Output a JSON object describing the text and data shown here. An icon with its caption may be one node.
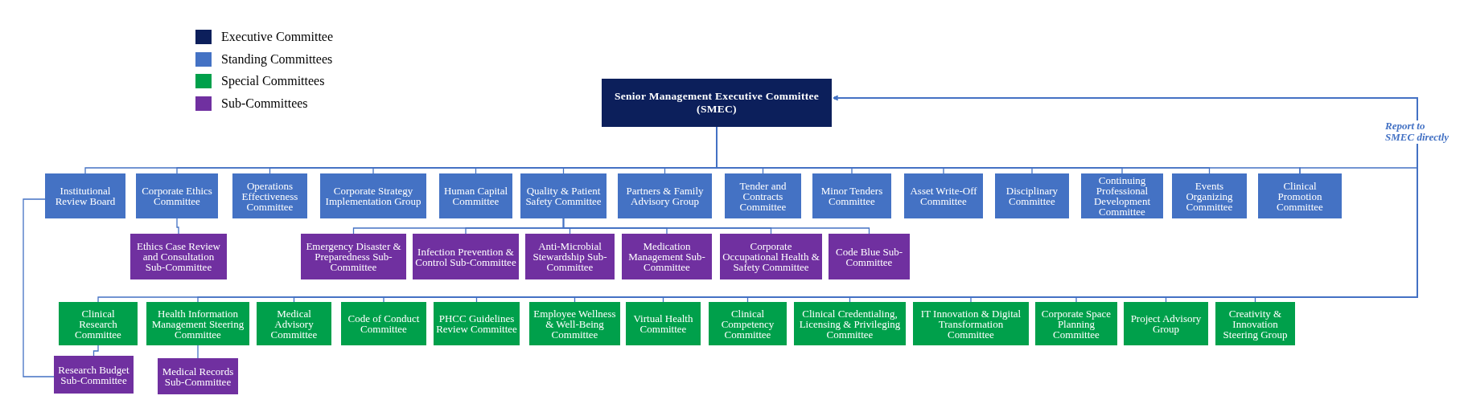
{
  "diagram": {
    "nodes": [
      {
        "text": [
          "Senior Management Executive Committee (SMEC)"
        ]
      },
      {
        "text": [
          "Institutional Review Board"
        ]
      },
      {
        "text": [
          "Corporate Ethics Committee"
        ]
      },
      {
        "text": [
          "Operations Effectiveness Committee"
        ]
      },
      {
        "text": [
          "Corporate Strategy Implementation Group"
        ]
      },
      {
        "text": [
          "Human Capital Committee"
        ]
      },
      {
        "text": [
          "Quality & Patient Safety Committee"
        ]
      },
      {
        "text": [
          "Partners & Family Advisory Group"
        ]
      },
      {
        "text": [
          "Tender and Contracts Committee"
        ]
      },
      {
        "text": [
          "Minor Tenders Committee"
        ]
      },
      {
        "text": [
          "Asset Write-Off Committee"
        ]
      },
      {
        "text": [
          "Disciplinary Committee"
        ]
      },
      {
        "text": [
          "Continuing Professional Development Committee"
        ]
      },
      {
        "text": [
          "Events Organizing Committee"
        ]
      },
      {
        "text": [
          "Clinical Promotion Committee"
        ]
      },
      {
        "text": [
          "Ethics Case Review and Consultation Sub-Committee"
        ]
      },
      {
        "text": [
          "Emergency Disaster & Preparedness Sub-Committee"
        ]
      },
      {
        "text": [
          "Infection Prevention & Control Sub-Committee"
        ]
      },
      {
        "text": [
          "Anti-Microbial Stewardship Sub-Committee"
        ]
      },
      {
        "text": [
          "Medication Management Sub-Committee"
        ]
      },
      {
        "text": [
          "Corporate Occupational Health & Safety Committee"
        ]
      },
      {
        "text": [
          "Code Blue Sub-Committee"
        ]
      },
      {
        "text": [
          "Clinical Research Committee"
        ]
      },
      {
        "text": [
          "Health Information Management Steering Committee"
        ]
      },
      {
        "text": [
          "Medical Advisory Committee"
        ]
      },
      {
        "text": [
          "Code of Conduct Committee"
        ]
      },
      {
        "text": [
          "PHCC Guidelines Review Committee"
        ]
      },
      {
        "text": [
          "Employee Wellness & Well-Being Committee"
        ]
      },
      {
        "text": [
          "Virtual Health Committee"
        ]
      },
      {
        "text": [
          "Clinical Competency Committee"
        ]
      },
      {
        "text": [
          "Clinical Credentialing, Licensing & Privileging Committee"
        ]
      },
      {
        "text": [
          "IT Innovation & Digital Transformation Committee"
        ]
      },
      {
        "text": [
          "Corporate Space Planning Committee"
        ]
      },
      {
        "text": [
          "Project Advisory Group"
        ]
      },
      {
        "text": [
          "Creativity & Innovation Steering Group"
        ]
      },
      {
        "text": [
          "Research Budget Sub-Committee"
        ]
      },
      {
        "text": [
          "Medical Records Sub-Committee"
        ]
      }
    ],
    "edges": [
      {
        "from": 0,
        "to": 1,
        "arrow": "none"
      },
      {
        "from": 0,
        "to": 2,
        "arrow": "none"
      },
      {
        "from": 0,
        "to": 3,
        "arrow": "none"
      },
      {
        "from": 0,
        "to": 4,
        "arrow": "none"
      },
      {
        "from": 0,
        "to": 5,
        "arrow": "none"
      },
      {
        "from": 0,
        "to": 6,
        "arrow": "none"
      },
      {
        "from": 0,
        "to": 7,
        "arrow": "none"
      },
      {
        "from": 0,
        "to": 8,
        "arrow": "none"
      },
      {
        "from": 0,
        "to": 9,
        "arrow": "none"
      },
      {
        "from": 0,
        "to": 10,
        "arrow": "none"
      },
      {
        "from": 0,
        "to": 11,
        "arrow": "none"
      },
      {
        "from": 0,
        "to": 12,
        "arrow": "none"
      },
      {
        "from": 0,
        "to": 13,
        "arrow": "none"
      },
      {
        "from": 0,
        "to": 14,
        "arrow": "none"
      },
      {
        "from": 2,
        "to": 15,
        "arrow": "none"
      },
      {
        "from": 6,
        "to": 16,
        "arrow": "none"
      },
      {
        "from": 6,
        "to": 17,
        "arrow": "none"
      },
      {
        "from": 6,
        "to": 18,
        "arrow": "none"
      },
      {
        "from": 6,
        "to": 19,
        "arrow": "none"
      },
      {
        "from": 6,
        "to": 20,
        "arrow": "none"
      },
      {
        "from": 6,
        "to": 21,
        "arrow": "none"
      },
      {
        "from": 22,
        "to": 35,
        "arrow": "none"
      },
      {
        "from": 23,
        "to": 36,
        "arrow": "none"
      },
      {
        "from": 1,
        "to": 35,
        "arrow": "none"
      },
      {
        "from": 22,
        "to": 0,
        "arrow": "to"
      },
      {
        "from": 23,
        "to": 0,
        "arrow": "to"
      },
      {
        "from": 24,
        "to": 0,
        "arrow": "to"
      },
      {
        "from": 25,
        "to": 0,
        "arrow": "to"
      },
      {
        "from": 26,
        "to": 0,
        "arrow": "to"
      },
      {
        "from": 27,
        "to": 0,
        "arrow": "to"
      },
      {
        "from": 28,
        "to": 0,
        "arrow": "to"
      },
      {
        "from": 29,
        "to": 0,
        "arrow": "to"
      },
      {
        "from": 30,
        "to": 0,
        "arrow": "to"
      },
      {
        "from": 31,
        "to": 0,
        "arrow": "to"
      },
      {
        "from": 32,
        "to": 0,
        "arrow": "to"
      },
      {
        "from": 33,
        "to": 0,
        "arrow": "to"
      },
      {
        "from": 34,
        "to": 0,
        "arrow": "to",
        "label": "Report to SMEC directly"
      },
      {
        "from": 14,
        "to": 0,
        "arrow": "to"
      }
    ],
    "legend": [
      {
        "text": "Executive Committee",
        "color": "#0c1f5b"
      },
      {
        "text": "Standing Committees",
        "color": "#4472c4"
      },
      {
        "text": "Special Committees",
        "color": "#00a04b"
      },
      {
        "text": "Sub-Committees",
        "color": "#7030a0"
      }
    ]
  }
}
